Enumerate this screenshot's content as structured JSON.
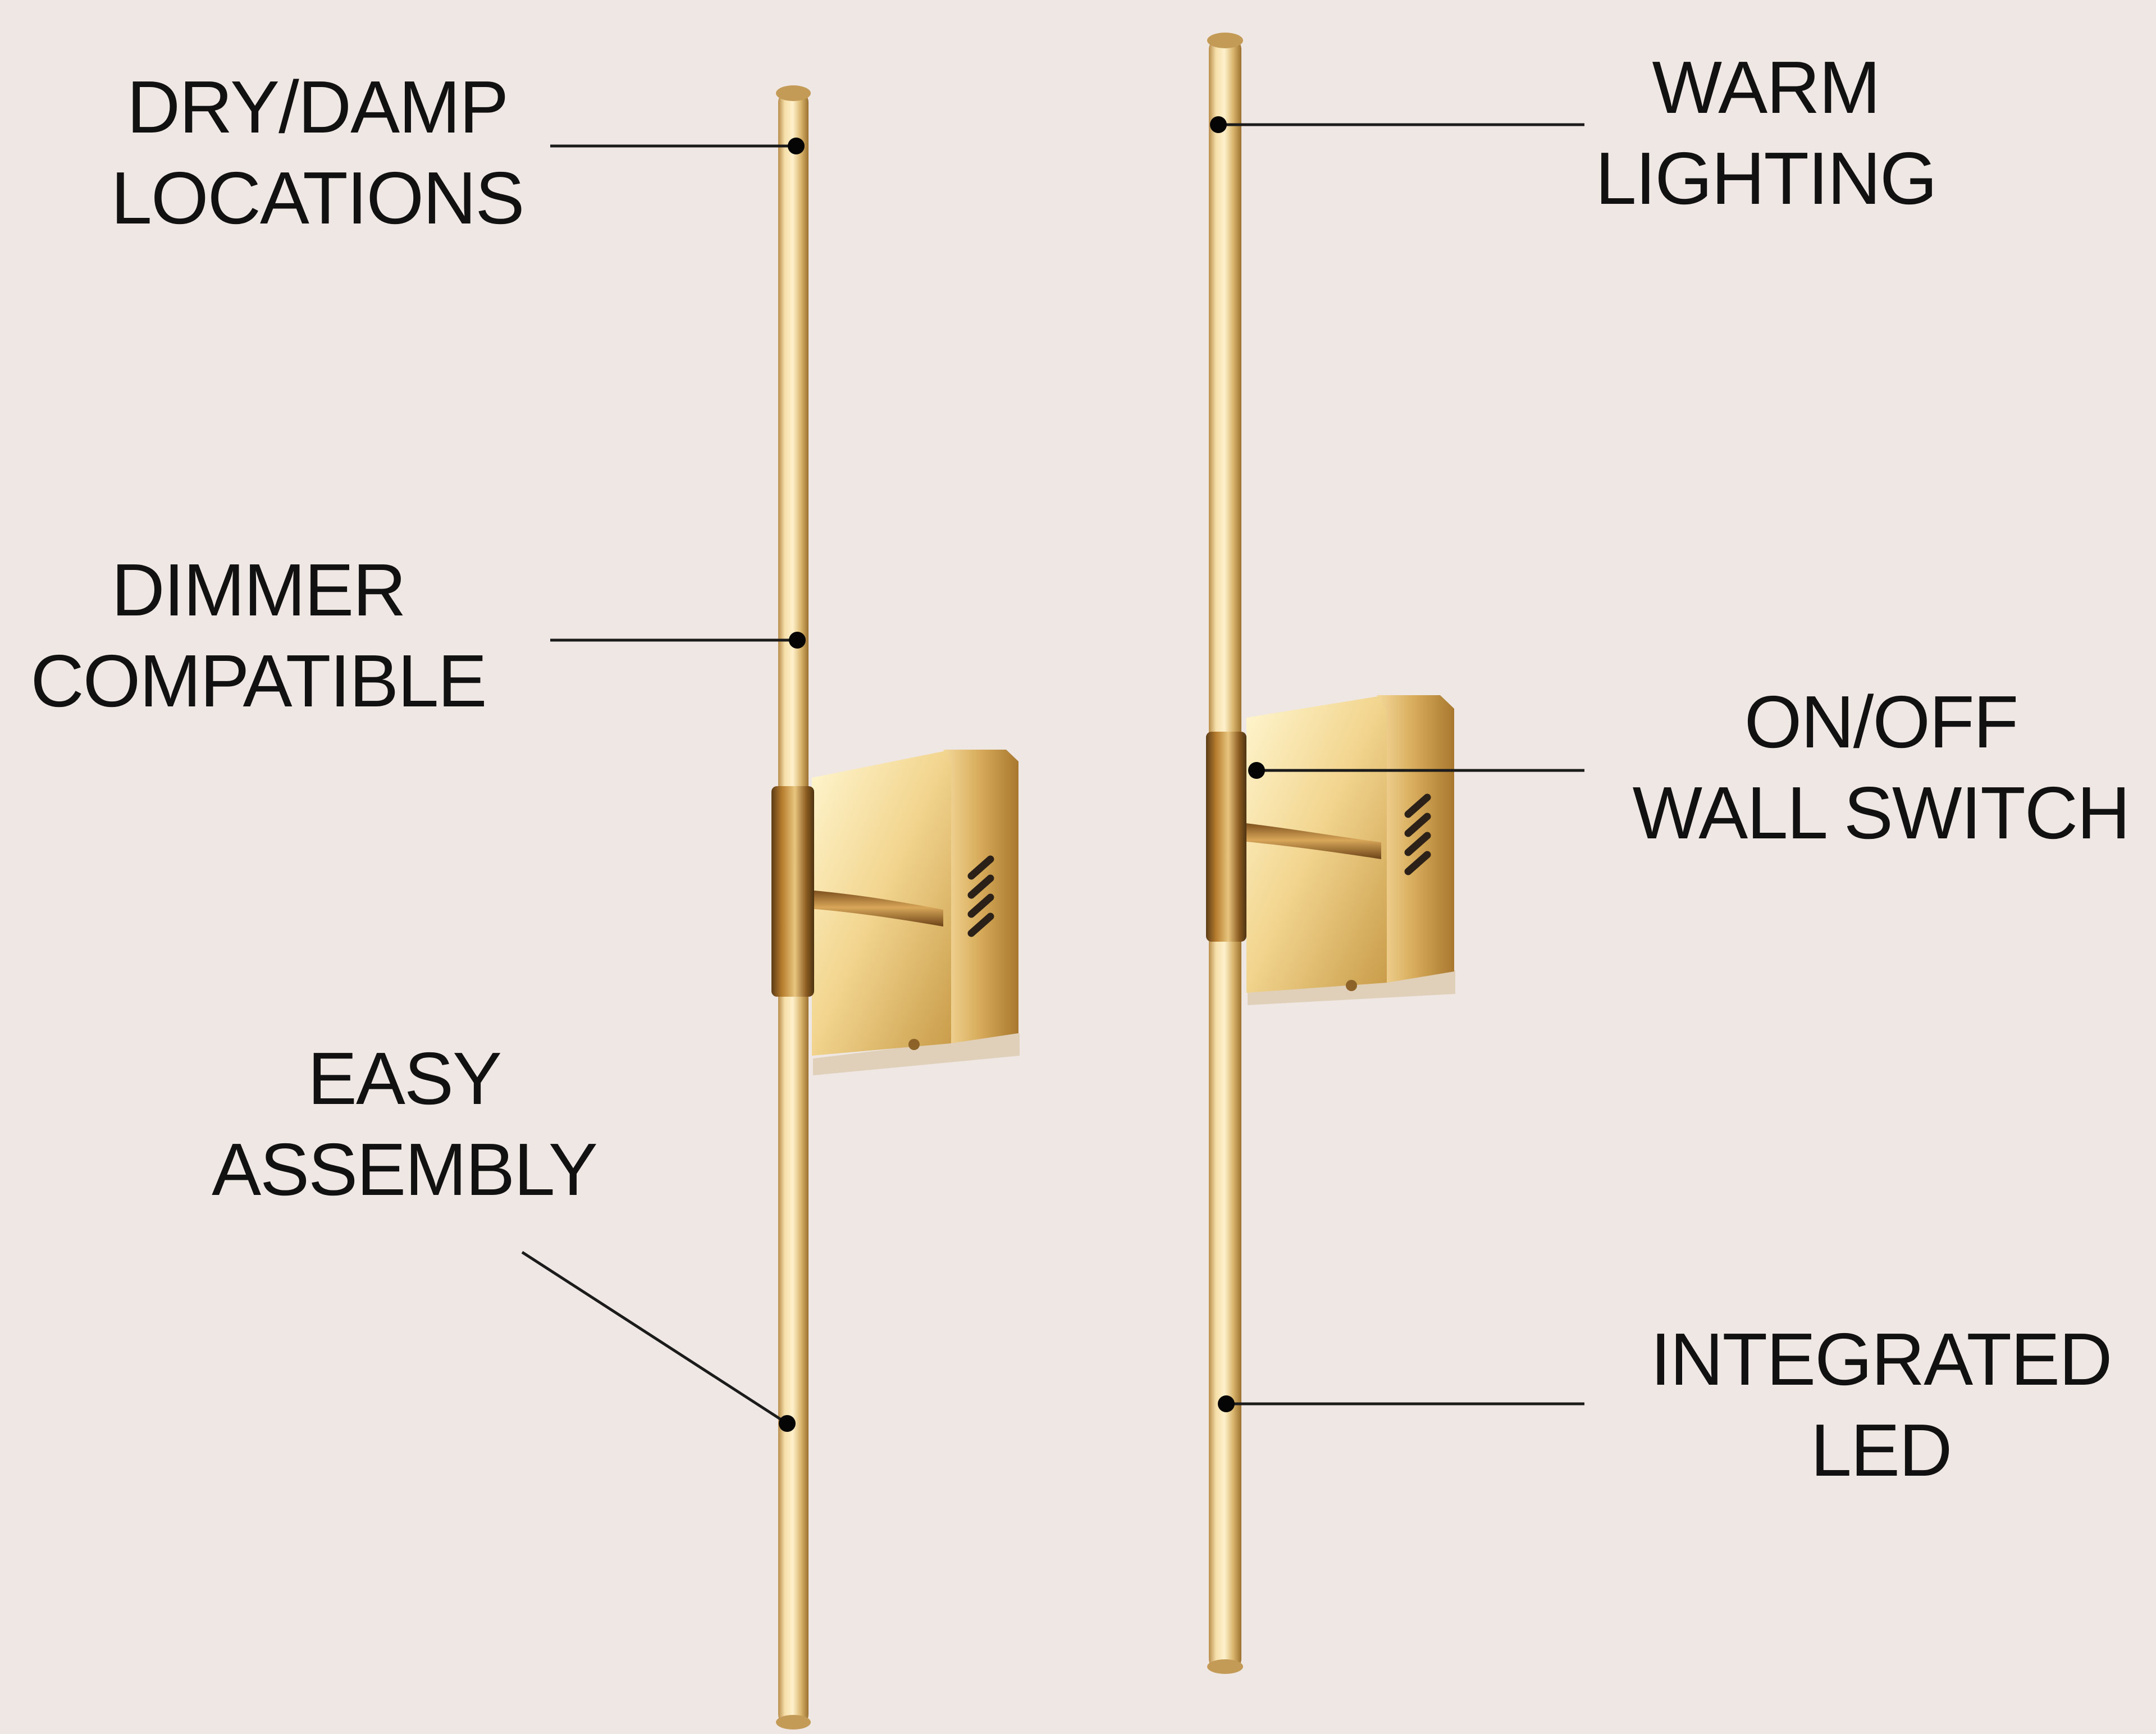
{
  "callouts": [
    {
      "id": "dry-damp",
      "line1": "DRY/DAMP",
      "line2": "LOCATIONS"
    },
    {
      "id": "dimmer",
      "line1": "DIMMER",
      "line2": "COMPATIBLE"
    },
    {
      "id": "easy-assembly",
      "line1": "EASY",
      "line2": "ASSEMBLY"
    },
    {
      "id": "warm-lighting",
      "line1": "WARM",
      "line2": "LIGHTING"
    },
    {
      "id": "wall-switch",
      "line1": "ON/OFF",
      "line2": "WALL SWITCH"
    },
    {
      "id": "integrated-led",
      "line1": "INTEGRATED",
      "line2": "LED"
    }
  ],
  "colors": {
    "background": "#eee7e3",
    "text": "#111111",
    "brass_light": "#f7e1a8",
    "brass_mid": "#d8b56e",
    "brass_dark": "#9a6d28"
  },
  "product_icons": [
    "wall-sconce-rod-left",
    "wall-sconce-rod-right",
    "wall-mount-bracket-icon"
  ]
}
